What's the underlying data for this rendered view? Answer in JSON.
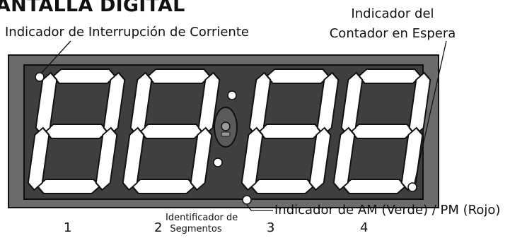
{
  "title": "ANTALLA DIGITAL",
  "labels": {
    "power_interrupt": "Indicador de Interrupción de Corriente",
    "standby_line1": "Indicador del",
    "standby_line2": "Contador en Espera",
    "ampm": "Indicador de AM (Verde) / PM (Rojo)",
    "segment_id_line1": "Identificador de",
    "segment_id_line2": "Segmentos"
  },
  "digit_numbers": [
    "1",
    "2",
    "3",
    "4"
  ],
  "colors": {
    "housing": "#6b6b6b",
    "display_window": "#3f3f3f",
    "segment": "#ffffff",
    "outline": "#111111"
  }
}
